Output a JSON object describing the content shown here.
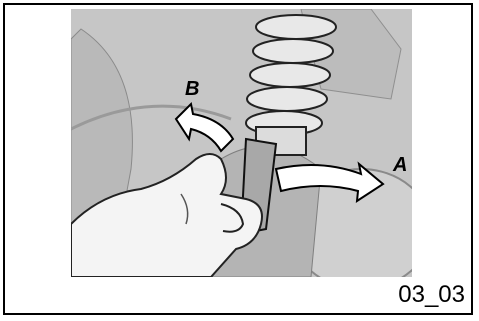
{
  "labels": {
    "arrow_a": "A",
    "arrow_b": "B"
  },
  "figure_ref": "03_03",
  "icons": [
    "rotate-arrow-icon",
    "rotate-arrow-icon"
  ],
  "colors": {
    "background": "#ffffff",
    "photo_grey": "#c8c8c8",
    "arrow_fill": "#ffffff",
    "ink": "#000000"
  }
}
